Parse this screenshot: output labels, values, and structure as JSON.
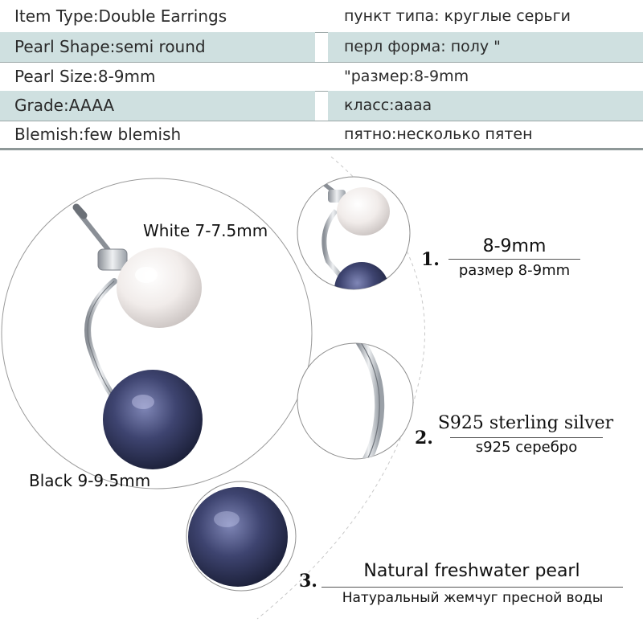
{
  "specs": [
    {
      "en": "Item Type:Double Earrings",
      "ru": "пункт типа: круглые серьги",
      "shaded": false
    },
    {
      "en": "Pearl Shape:semi round",
      "ru": "перл форма: полу \"",
      "shaded": true
    },
    {
      "en": "Pearl Size:8-9mm",
      "ru": "\"размер:8-9mm",
      "shaded": false
    },
    {
      "en": "Grade:AAAA",
      "ru": "класс:аааа",
      "shaded": true
    },
    {
      "en": "Blemish:few blemish",
      "ru": "пятно:несколько пятен",
      "shaded": false
    }
  ],
  "main_photo": {
    "white_label": "White 7-7.5mm",
    "black_label": "Black 9-9.5mm"
  },
  "features": [
    {
      "number": "1.",
      "title": "8-9mm",
      "subtitle": "размер 8-9mm"
    },
    {
      "number": "2.",
      "title": "S925 sterling silver",
      "subtitle": "s925 серебро"
    },
    {
      "number": "3.",
      "title": "Natural freshwater pearl",
      "subtitle": "Натуральный жемчуг пресной воды"
    }
  ],
  "colors": {
    "row_shade": "#cfe0e0",
    "background": "#ffffff",
    "pearl_white": "#f4f0ee",
    "pearl_black": "#3a3f62",
    "silver": "#b8bcc2"
  }
}
